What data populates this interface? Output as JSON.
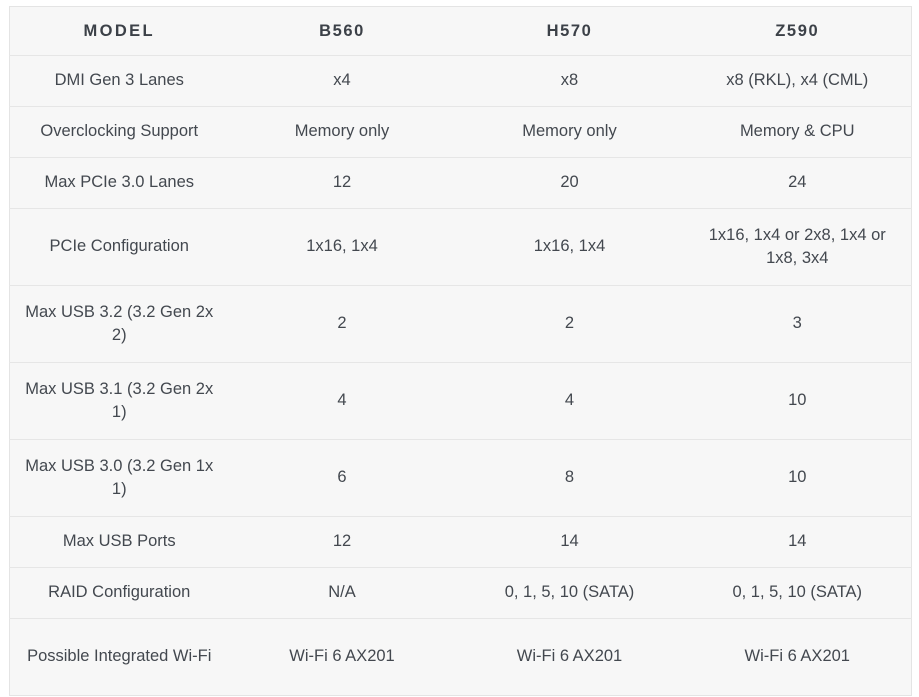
{
  "table": {
    "columns": [
      "MODEL",
      "B560",
      "H570",
      "Z590"
    ],
    "rows": [
      {
        "label": "DMI Gen 3 Lanes",
        "b560": "x4",
        "h570": "x8",
        "z590": "x8 (RKL), x4 (CML)",
        "lines": 1
      },
      {
        "label": "Overclocking Support",
        "b560": "Memory only",
        "h570": "Memory only",
        "z590": "Memory & CPU",
        "lines": 1
      },
      {
        "label": "Max PCIe 3.0 Lanes",
        "b560": "12",
        "h570": "20",
        "z590": "24",
        "lines": 1
      },
      {
        "label": "PCIe Configuration",
        "b560": "1x16, 1x4",
        "h570": "1x16, 1x4",
        "z590": "1x16, 1x4 or 2x8, 1x4 or 1x8, 3x4",
        "lines": 2
      },
      {
        "label": "Max USB 3.2 (3.2 Gen 2x 2)",
        "b560": "2",
        "h570": "2",
        "z590": "3",
        "lines": 2
      },
      {
        "label": "Max USB 3.1 (3.2 Gen 2x 1)",
        "b560": "4",
        "h570": "4",
        "z590": "10",
        "lines": 2
      },
      {
        "label": "Max USB 3.0 (3.2 Gen 1x 1)",
        "b560": "6",
        "h570": "8",
        "z590": "10",
        "lines": 2
      },
      {
        "label": "Max USB Ports",
        "b560": "12",
        "h570": "14",
        "z590": "14",
        "lines": 1
      },
      {
        "label": "RAID Configuration",
        "b560": "N/A",
        "h570": "0, 1, 5, 10 (SATA)",
        "z590": "0, 1, 5, 10 (SATA)",
        "lines": 1
      },
      {
        "label": "Possible Integrated Wi-Fi",
        "b560": "Wi-Fi 6 AX201",
        "h570": "Wi-Fi 6 AX201",
        "z590": "Wi-Fi 6 AX201",
        "lines": 2
      }
    ]
  },
  "colors": {
    "page_background": "#ffffff",
    "table_background": "#f7f7f7",
    "border": "#e6e6e6",
    "text": "#43484f",
    "header_text": "#3c4148"
  }
}
